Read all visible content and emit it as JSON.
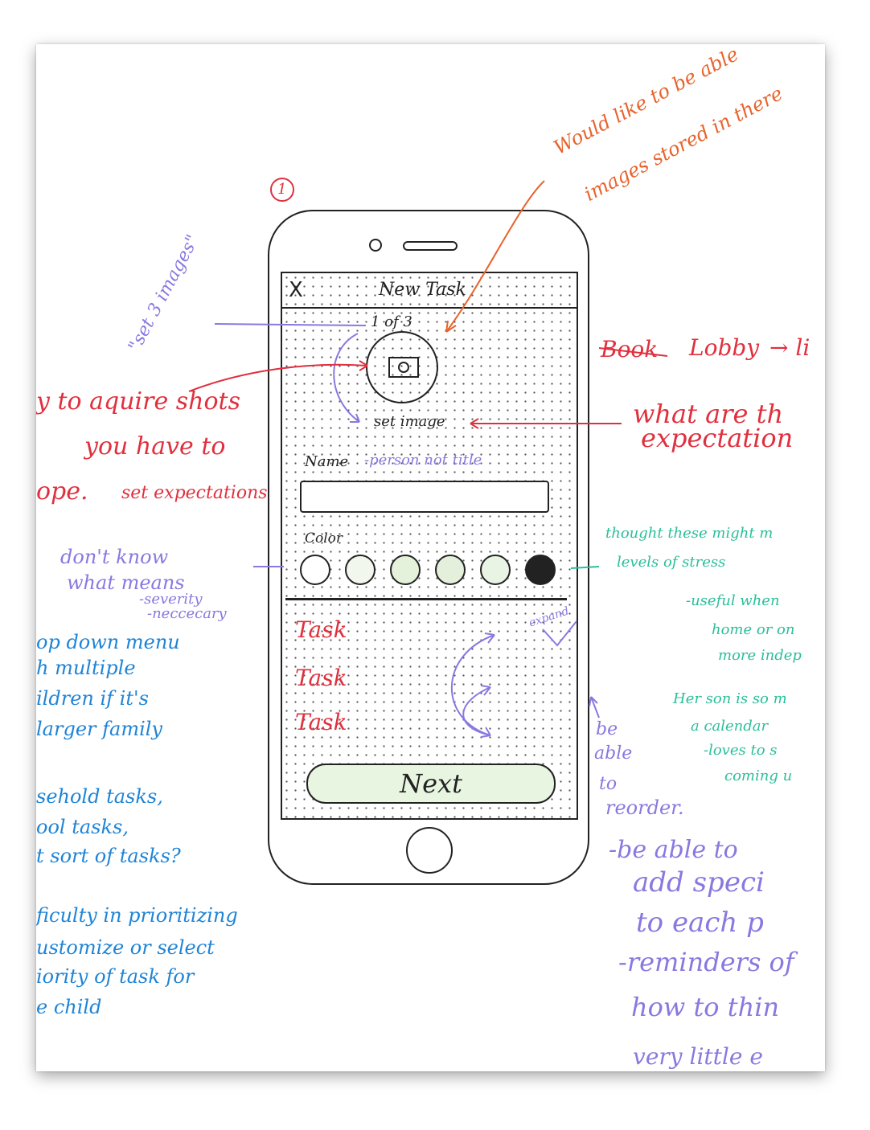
{
  "phone": {
    "nav_close": "X",
    "nav_title": "New Task",
    "image_counter": "1 of 3",
    "set_image_label": "set image",
    "name_label": "Name",
    "name_note": "-person not title",
    "color_label": "Color",
    "swatches": [
      "#ffffff",
      "#f2f7ee",
      "#e4f2dc",
      "#e4f0dc",
      "#eaf4e4",
      "#222222"
    ],
    "tasks": [
      "Task",
      "Task",
      "Task"
    ],
    "next_label": "Next"
  },
  "notes": {
    "orange_top_1": "Would like to be able",
    "orange_top_2": "images stored in there",
    "purple_rotated_1": "\"set 3 images\"",
    "circle_1": "1",
    "lobby_struck": "Book",
    "lobby": "Lobby",
    "lobby_arrow": "→ li",
    "red_left_1": "y to aquire shots",
    "red_left_2": "you have to",
    "red_left_3": "ope.",
    "red_left_4": "set expectations",
    "red_right_1": "what are th",
    "red_right_2": "expectation",
    "purple_left_1": "don't know",
    "purple_left_2": "what means",
    "purple_left_3": "-severity",
    "purple_left_4": "-neccecary",
    "green_1": "thought these might m",
    "green_2": "levels of stress",
    "green_3": "-useful when",
    "green_4": "home or on",
    "green_5": "more indep",
    "green_6": "Her son is so m",
    "green_7": "a calendar",
    "green_8": "-loves to s",
    "green_9": "coming u",
    "expand": "expand",
    "blue_1": "op down menu",
    "blue_2": "h multiple",
    "blue_3": "ildren if it's",
    "blue_4": "larger family",
    "blue_5": "sehold tasks,",
    "blue_6": "ool tasks,",
    "blue_7": "t sort of tasks?",
    "blue_8": "ficulty in prioritizing",
    "blue_9": "ustomize or select",
    "blue_10": "iority of task for",
    "blue_11": "e child",
    "reorder_1": "be",
    "reorder_2": "able",
    "reorder_3": "to",
    "reorder_4": "reorder.",
    "purple_right_1": "-be able to",
    "purple_right_2": "add speci",
    "purple_right_3": "to each p",
    "purple_right_4": "-reminders of",
    "purple_right_5": "how to thin",
    "purple_right_6": "very little e"
  }
}
